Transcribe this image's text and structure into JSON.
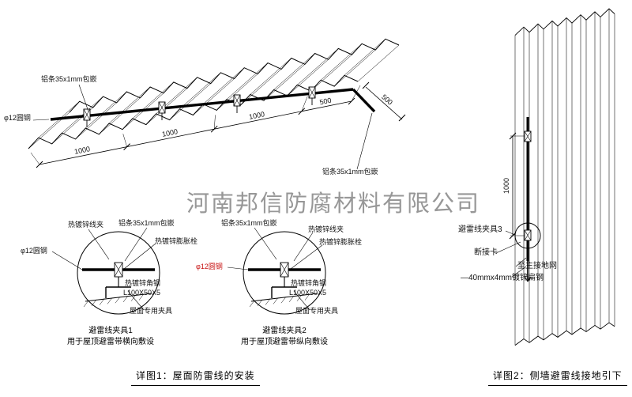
{
  "watermark": "河南邦信防腐材料有限公司",
  "colors": {
    "line": "#000000",
    "red_accent": "#c81414",
    "watermark_gray": "#7d7d7d"
  },
  "roof_view": {
    "label_strip_top": "铝条35x1mm包嵌",
    "label_rod": "φ12圆钢",
    "label_strip_right": "铝条35x1mm包嵌",
    "dim_1": "1000",
    "dim_2": "1000",
    "dim_3": "1000",
    "dim_4": "500",
    "dim_5": "500"
  },
  "clamp_detail_1": {
    "label_wire_clip": "热镀锌线夹",
    "label_strip": "铝条35x1mm包嵌",
    "label_bolt": "热镀锌膨胀栓",
    "label_rod": "φ12圆钢",
    "label_angle_1": "热镀锌角钢",
    "label_angle_2": "L100X50X5",
    "label_fixture": "屋面专用夹具",
    "title": "避雷线夹具1",
    "subtitle": "用于屋顶避雷带横向敷设"
  },
  "clamp_detail_2": {
    "label_strip": "铝条35x1mm包嵌",
    "label_wire_clip": "热镀锌线夹",
    "label_bolt": "热镀锌膨胀栓",
    "label_rod": "φ12圆钢",
    "label_angle_1": "热镀锌角钢",
    "label_angle_2": "L100X50X5",
    "label_fixture": "屋面专用夹具",
    "title": "避雷线夹具2",
    "subtitle": "用于屋顶避雷带纵向敷设"
  },
  "wall_view": {
    "label_clamp": "避雷线夹具3",
    "label_disconnect": "断接卡",
    "label_ground": "至主接地网",
    "label_flat_steel": "—40mmx4mm镀锌扁钢",
    "dim": "1000"
  },
  "captions": {
    "detail1": "详图1：屋面防雷线的安装",
    "detail2": "详图2：侧墙避雷线接地引下"
  }
}
